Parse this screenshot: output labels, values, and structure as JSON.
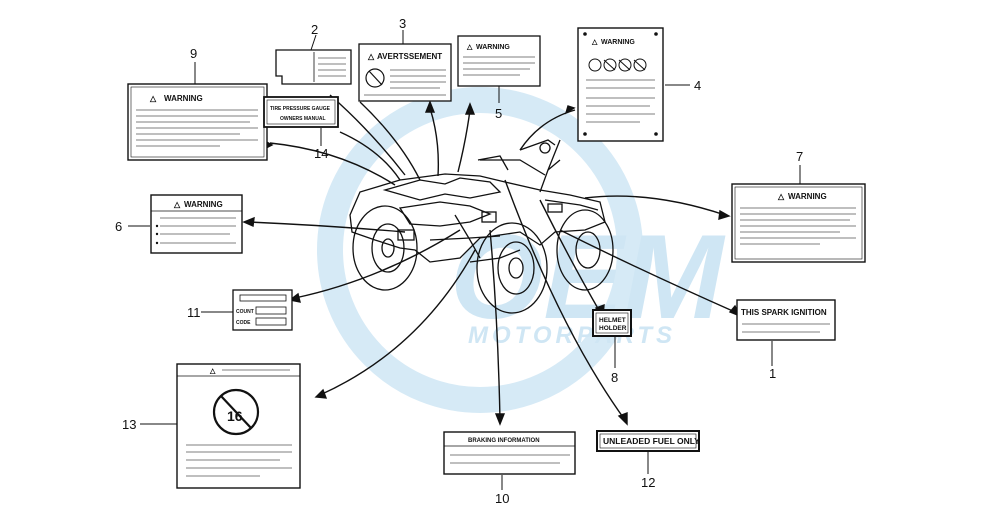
{
  "watermark": {
    "brand": "OEM",
    "sub": "MOTORPARTS",
    "color": "#cfe6f4"
  },
  "callouts": {
    "c1": "1",
    "c2": "2",
    "c3": "3",
    "c4": "4",
    "c5": "5",
    "c6": "6",
    "c7": "7",
    "c8": "8",
    "c9": "9",
    "c10": "10",
    "c11": "11",
    "c12": "12",
    "c13": "13",
    "c14": "14"
  },
  "labels": {
    "warning": "WARNING",
    "avertissement": "AVERTSSEMENT",
    "tire_line1": "TIRE PRESSURE GAUGE",
    "tire_line2": "OWNERS MANUAL",
    "spark": "THIS SPARK IGNITION",
    "helmet1": "HELMET",
    "helmet2": "HOLDER",
    "braking": "BRAKING INFORMATION",
    "unleaded": "UNLEADED FUEL ONLY",
    "count": "COUNT",
    "code": "CODE",
    "age": "16"
  },
  "colors": {
    "line": "#111111",
    "paper": "#ffffff"
  }
}
